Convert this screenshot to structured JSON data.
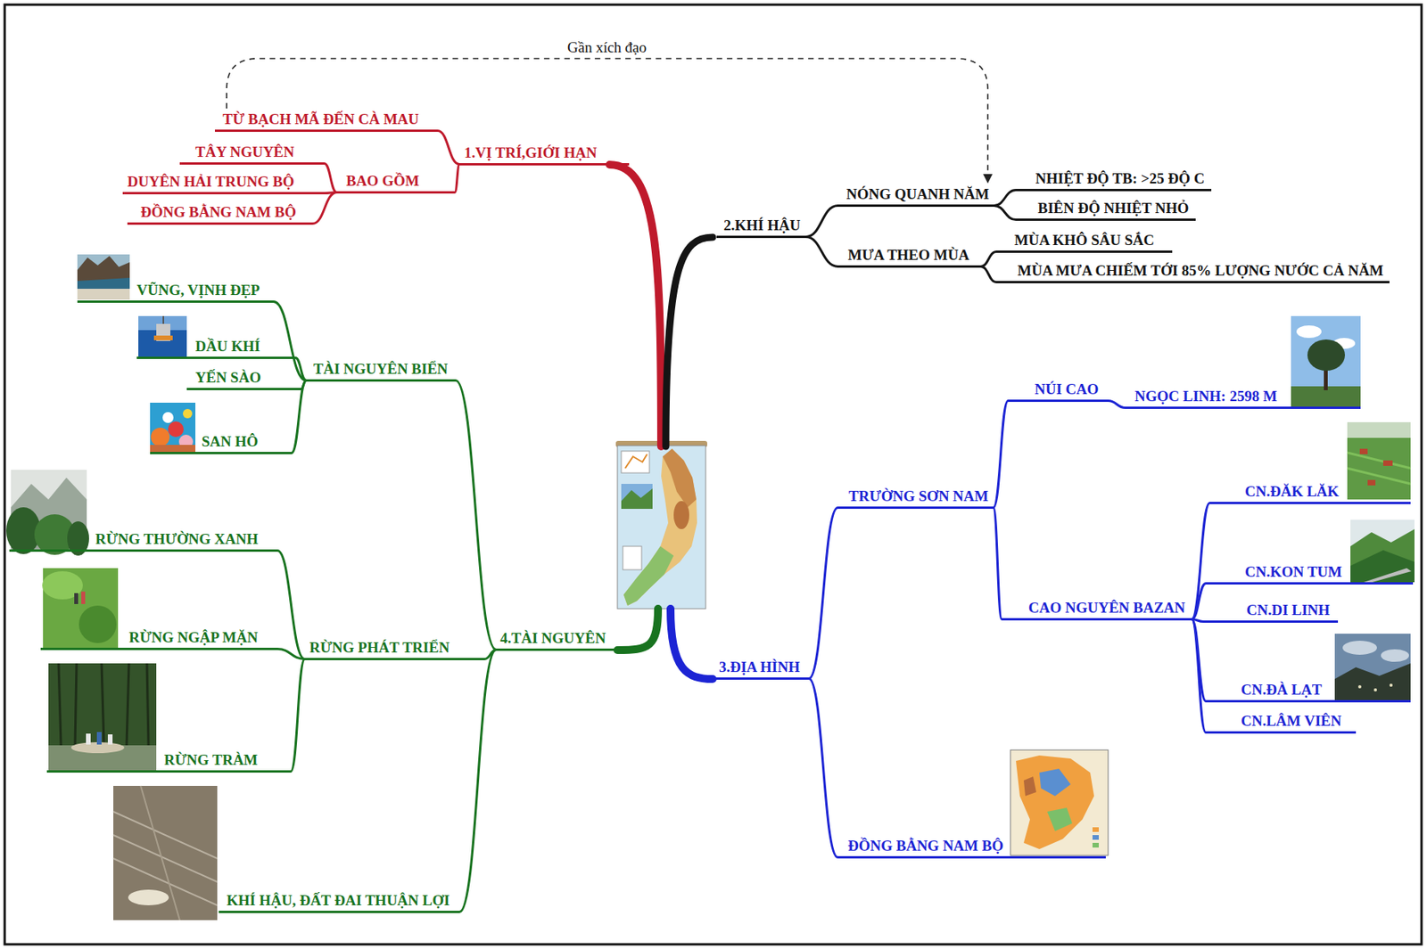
{
  "diagram": {
    "nodes": [
      {
        "text": [
          "1.VỊ TRÍ,GIỚI HẠN"
        ]
      },
      {
        "text": [
          "TỪ BẠCH MÃ ĐẾN CÀ MAU"
        ]
      },
      {
        "text": [
          "BAO GỒM"
        ]
      },
      {
        "text": [
          "TÂY NGUYÊN"
        ]
      },
      {
        "text": [
          "DUYÊN HẢI TRUNG BỘ"
        ]
      },
      {
        "text": [
          "ĐỒNG BẰNG NAM BỘ"
        ]
      },
      {
        "text": [
          "2.KHÍ HẬU"
        ]
      },
      {
        "text": [
          "NÓNG QUANH NĂM"
        ]
      },
      {
        "text": [
          "NHIỆT ĐỘ TB: >25 ĐỘ C"
        ]
      },
      {
        "text": [
          "BIÊN ĐỘ NHIỆT NHỎ"
        ]
      },
      {
        "text": [
          "MƯA THEO MÙA"
        ]
      },
      {
        "text": [
          "MÙA KHÔ SÂU SẮC"
        ]
      },
      {
        "text": [
          "MÙA MƯA CHIẾM TỚI 85% LƯỢNG NƯỚC CẢ NĂM"
        ]
      },
      {
        "text": [
          "3.ĐỊA HÌNH"
        ]
      },
      {
        "text": [
          "TRƯỜNG SƠN NAM"
        ]
      },
      {
        "text": [
          "NÚI CAO"
        ]
      },
      {
        "text": [
          "NGỌC LINH: 2598 M"
        ]
      },
      {
        "text": [
          "CAO NGUYÊN BAZAN"
        ]
      },
      {
        "text": [
          "CN.ĐĂK LĂK"
        ]
      },
      {
        "text": [
          "CN.KON TUM"
        ]
      },
      {
        "text": [
          "CN.DI LINH"
        ]
      },
      {
        "text": [
          "CN.ĐÀ LẠT"
        ]
      },
      {
        "text": [
          "CN.LÂM VIÊN"
        ]
      },
      {
        "text": [
          "ĐỒNG BẰNG NAM BỘ"
        ]
      },
      {
        "text": [
          "4.TÀI NGUYÊN"
        ]
      },
      {
        "text": [
          "TÀI NGUYÊN BIỂN"
        ]
      },
      {
        "text": [
          "VŨNG, VỊNH ĐẸP"
        ]
      },
      {
        "text": [
          "DẦU KHÍ"
        ]
      },
      {
        "text": [
          "YẾN SÀO"
        ]
      },
      {
        "text": [
          "SAN HÔ"
        ]
      },
      {
        "text": [
          "RỪNG PHÁT TRIỂN"
        ]
      },
      {
        "text": [
          "RỪNG THƯỜNG XANH"
        ]
      },
      {
        "text": [
          "RỪNG NGẬP MẶN"
        ]
      },
      {
        "text": [
          "RỪNG TRÀM"
        ]
      },
      {
        "text": [
          "KHÍ HẬU, ĐẤT ĐAI THUẬN LỢI"
        ]
      }
    ],
    "edges": [
      {
        "from": 0,
        "to": 1,
        "arrow": "none"
      },
      {
        "from": 0,
        "to": 2,
        "arrow": "none"
      },
      {
        "from": 2,
        "to": 3,
        "arrow": "none"
      },
      {
        "from": 2,
        "to": 4,
        "arrow": "none"
      },
      {
        "from": 2,
        "to": 5,
        "arrow": "none"
      },
      {
        "from": 1,
        "to": 7,
        "label": "Gần xích đạo",
        "arrow": "to"
      },
      {
        "from": 6,
        "to": 7,
        "arrow": "none"
      },
      {
        "from": 7,
        "to": 8,
        "arrow": "none"
      },
      {
        "from": 7,
        "to": 9,
        "arrow": "none"
      },
      {
        "from": 6,
        "to": 10,
        "arrow": "none"
      },
      {
        "from": 10,
        "to": 11,
        "arrow": "none"
      },
      {
        "from": 10,
        "to": 12,
        "arrow": "none"
      },
      {
        "from": 13,
        "to": 14,
        "arrow": "none"
      },
      {
        "from": 14,
        "to": 15,
        "arrow": "none"
      },
      {
        "from": 15,
        "to": 16,
        "arrow": "none"
      },
      {
        "from": 14,
        "to": 17,
        "arrow": "none"
      },
      {
        "from": 17,
        "to": 18,
        "arrow": "none"
      },
      {
        "from": 17,
        "to": 19,
        "arrow": "none"
      },
      {
        "from": 17,
        "to": 20,
        "arrow": "none"
      },
      {
        "from": 17,
        "to": 21,
        "arrow": "none"
      },
      {
        "from": 17,
        "to": 22,
        "arrow": "none"
      },
      {
        "from": 13,
        "to": 23,
        "arrow": "none"
      },
      {
        "from": 24,
        "to": 25,
        "arrow": "none"
      },
      {
        "from": 25,
        "to": 26,
        "arrow": "none"
      },
      {
        "from": 25,
        "to": 27,
        "arrow": "none"
      },
      {
        "from": 25,
        "to": 28,
        "arrow": "none"
      },
      {
        "from": 25,
        "to": 29,
        "arrow": "none"
      },
      {
        "from": 24,
        "to": 30,
        "arrow": "none"
      },
      {
        "from": 30,
        "to": 31,
        "arrow": "none"
      },
      {
        "from": 30,
        "to": 32,
        "arrow": "none"
      },
      {
        "from": 30,
        "to": 33,
        "arrow": "none"
      },
      {
        "from": 24,
        "to": 34,
        "arrow": "none"
      }
    ]
  }
}
